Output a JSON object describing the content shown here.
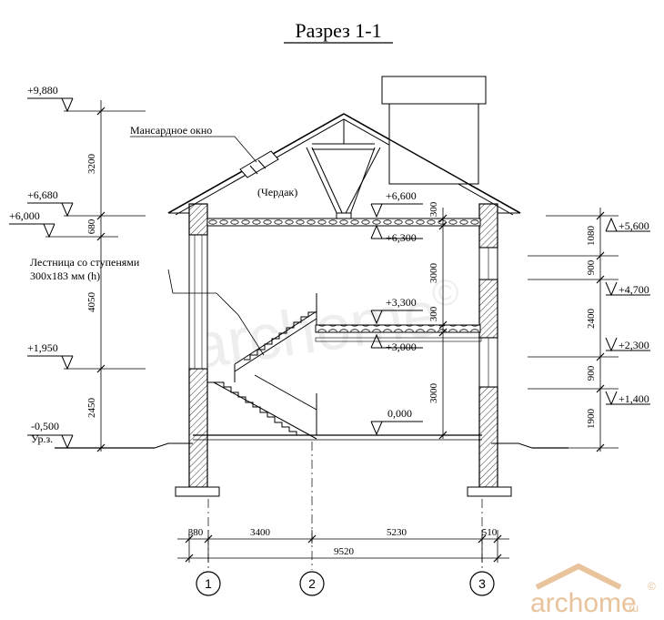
{
  "drawing": {
    "title": "Разрез 1-1",
    "labels": {
      "dormer": "Мансардное окно",
      "attic": "(Чердак)",
      "stair_line1": "Лестница со ступенями",
      "stair_line2": "300х183 мм (h)",
      "ground": "Ур.з."
    },
    "left_elevations": [
      "+9,880",
      "+6,680",
      "+6,000",
      "+1,950",
      "-0,500"
    ],
    "right_elevations": [
      "+5,600",
      "+4,700",
      "+2,300",
      "+1,400"
    ],
    "inner_elevations": [
      "+6,600",
      "+6,300",
      "+3,300",
      "+3,000",
      "0,000"
    ],
    "left_vertical_dims": [
      "3200",
      "680",
      "4050",
      "2450"
    ],
    "right_vertical_dims": [
      "1080",
      "900",
      "2400",
      "900",
      "1900"
    ],
    "inner_vertical_dims": [
      "300",
      "3000",
      "300",
      "3000"
    ],
    "bottom_dims": [
      "380",
      "3400",
      "5230",
      "510"
    ],
    "total_dim": "9520",
    "axes": [
      "1",
      "2",
      "3"
    ],
    "watermark": {
      "brand": "archome",
      "suffix": ".ru",
      "faint": "archome",
      "copyright": "©"
    }
  }
}
